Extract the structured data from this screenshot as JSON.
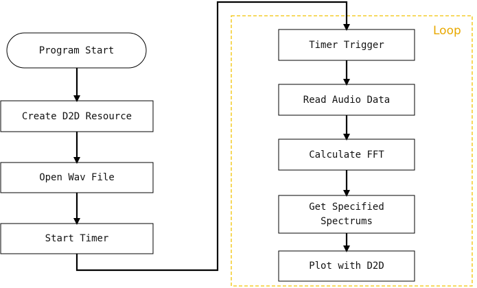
{
  "flowchart": {
    "start": "Program Start",
    "steps": [
      "Create D2D Resource",
      "Open Wav File",
      "Start Timer"
    ],
    "loop_label": "Loop",
    "loop_steps": [
      "Timer Trigger",
      "Read Audio Data",
      "Calculate FFT",
      "Get Specified Spectrums",
      "Plot with D2D"
    ],
    "loop_step_lines": {
      "spectrum_line1": "Get Specified",
      "spectrum_line2": "Spectrums"
    }
  },
  "colors": {
    "box_stroke": "#000000",
    "box_fill": "#ffffff",
    "arrow": "#000000",
    "loop_border": "#f2c200",
    "loop_text": "#e8a800"
  }
}
